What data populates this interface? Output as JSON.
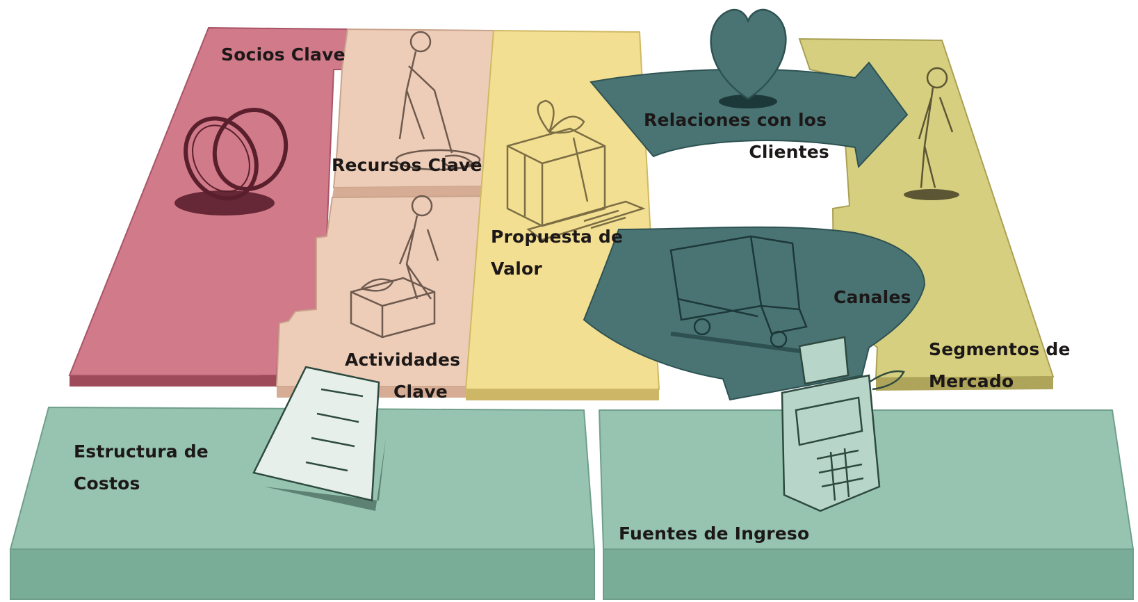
{
  "canvas": {
    "blocks": [
      {
        "id": "socios",
        "lines": [
          "Socios Clave"
        ],
        "color": "#d17a8a"
      },
      {
        "id": "recursos",
        "lines": [
          "Recursos Clave"
        ],
        "color": "#edcdb8"
      },
      {
        "id": "actividades",
        "lines": [
          "Actividades",
          "Clave"
        ],
        "color": "#edcdb8"
      },
      {
        "id": "propuesta",
        "lines": [
          "Propuesta de",
          "Valor"
        ],
        "color": "#f3df92"
      },
      {
        "id": "relaciones",
        "lines": [
          "Relaciones con los",
          "Clientes"
        ],
        "color": "#4a7474"
      },
      {
        "id": "canales",
        "lines": [
          "Canales"
        ],
        "color": "#4a7474"
      },
      {
        "id": "segmentos",
        "lines": [
          "Segmentos de",
          "Mercado"
        ],
        "color": "#d6cf80"
      },
      {
        "id": "costos",
        "lines": [
          "Estructura de",
          "Costos"
        ],
        "color": "#97c4b1"
      },
      {
        "id": "ingresos",
        "lines": [
          "Fuentes de Ingreso"
        ],
        "color": "#97c4b1"
      }
    ],
    "illustrations": [
      "rings-icon",
      "digging-person-icon",
      "person-with-box-icon",
      "gift-cart-icon",
      "heart-icon",
      "truck-icon",
      "standing-person-icon",
      "document-icon",
      "cash-register-icon"
    ]
  }
}
